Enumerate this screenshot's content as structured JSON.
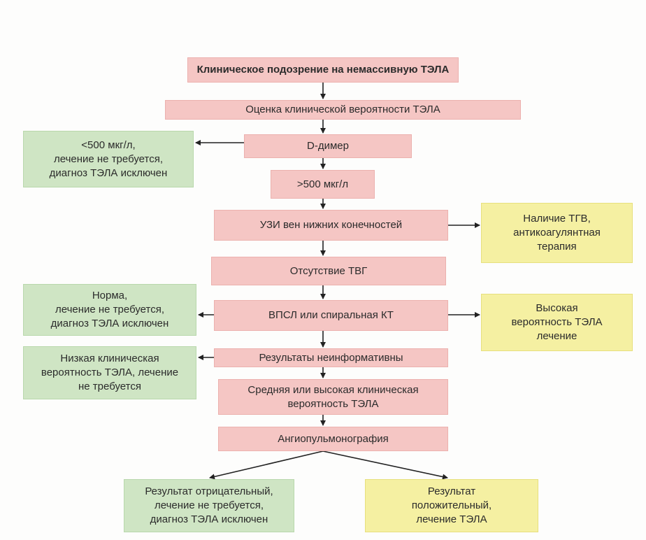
{
  "nodes": {
    "suspicion": "Клиническое подозрение на немассивную ТЭЛА",
    "probability": "Оценка клинической вероятности ТЭЛА",
    "ddimer": "D-димер",
    "gt500": ">500 мкг/л",
    "lt500": "<500 мкг/л,\nлечение не требуется,\nдиагноз ТЭЛА исключен",
    "usv": "УЗИ вен нижних конечностей",
    "tgv_yes": "Наличие ТГВ,\nантикоагулянтная\nтерапия",
    "tgv_no": "Отсутствие ТВГ",
    "vpsl": "ВПСЛ или спиральная КТ",
    "norm": "Норма,\nлечение не требуется,\nдиагноз ТЭЛА исключен",
    "high": "Высокая\nвероятность ТЭЛА\nлечение",
    "noninfo": "Результаты неинформативны",
    "low": "Низкая клиническая\nвероятность ТЭЛА, лечение\nне требуется",
    "mid_high": "Средняя или высокая клиническая\nвероятность ТЭЛА",
    "angio": "Ангиопульмонография",
    "negative": "Результат отрицательный,\nлечение не требуется,\nдиагноз ТЭЛА исключен",
    "positive": "Результат\nположительный,\nлечение ТЭЛА"
  },
  "colors": {
    "process": "#f5c6c4",
    "excluded": "#cfe5c4",
    "treatment": "#f5f0a2",
    "arrow": "#222222"
  }
}
